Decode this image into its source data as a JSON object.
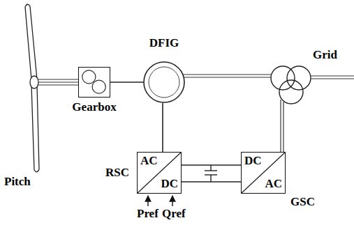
{
  "diagram": {
    "nodes": [
      {
        "text": [
          "Gearbox"
        ]
      },
      {
        "text": [
          "DFIG"
        ]
      },
      {
        "text": [
          "RSC",
          "AC",
          "DC"
        ]
      },
      {
        "text": [
          "DC",
          "AC",
          "GSC"
        ]
      }
    ],
    "edges": [
      {
        "from": 0,
        "to": 1,
        "arrow": "none"
      },
      {
        "from": 1,
        "to": 2,
        "arrow": "none"
      },
      {
        "from": 2,
        "to": 3,
        "arrow": "none"
      }
    ],
    "labels": [
      "Pitch",
      "Grid",
      "Pref",
      "Qref"
    ]
  }
}
